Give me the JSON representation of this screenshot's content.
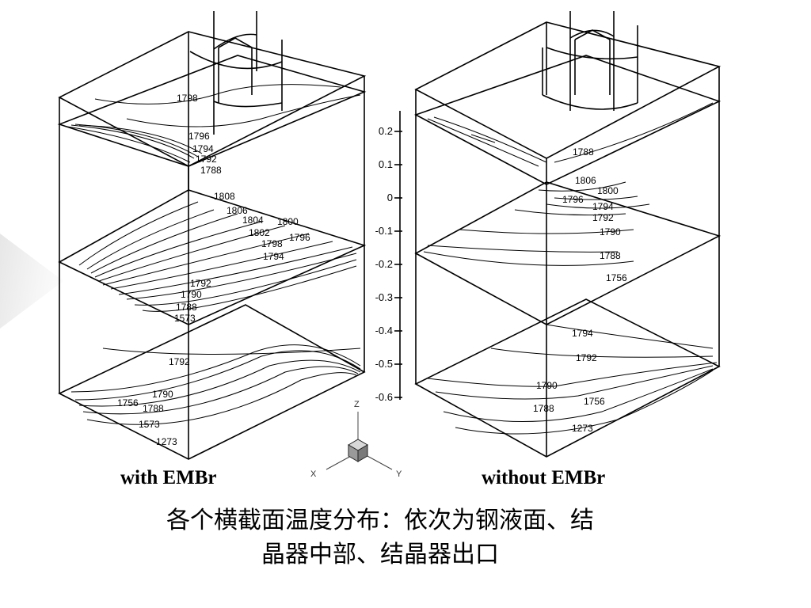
{
  "figure": {
    "captions": {
      "left": "with EMBr",
      "right": "without EMBr"
    },
    "caption_cn": [
      "各个横截面温度分布：依次为钢液面、结",
      "晶器中部、结晶器出口"
    ],
    "scale_ticks": [
      "0.2",
      "0.1",
      "0",
      "-0.1",
      "-0.2",
      "-0.3",
      "-0.4",
      "-0.5",
      "-0.6"
    ],
    "axes": {
      "z": "Z",
      "x": "X",
      "y": "Y"
    },
    "left_labels": {
      "top": [
        "1798",
        "1796",
        "1794",
        "1792",
        "1788"
      ],
      "middle": [
        "1808",
        "1806",
        "1804",
        "1802",
        "1800",
        "1798",
        "1796",
        "1794",
        "1792",
        "1790",
        "1788",
        "1573"
      ],
      "bottom": [
        "1792",
        "1790",
        "1788",
        "1756",
        "1573",
        "1273"
      ]
    },
    "right_labels": {
      "top": [
        "1788"
      ],
      "middle": [
        "1806",
        "1800",
        "1796",
        "1794",
        "1792",
        "1790",
        "1788",
        "1756"
      ],
      "bottom": [
        "1794",
        "1792",
        "1790",
        "1788",
        "1756",
        "1273"
      ]
    }
  }
}
